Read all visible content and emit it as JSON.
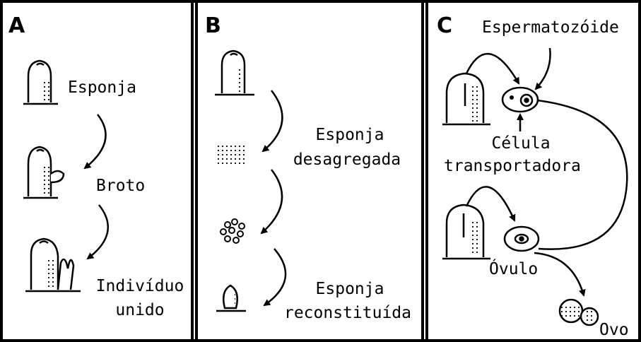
{
  "panels": [
    {
      "letter": "A",
      "labels": [
        "Esponja",
        "Broto",
        "Indivíduo",
        "unido"
      ]
    },
    {
      "letter": "B",
      "labels": [
        "Esponja",
        "desagregada",
        "Esponja",
        "reconstituída"
      ]
    },
    {
      "letter": "C",
      "labels": [
        "Espermatozóide",
        "Célula",
        "transportadora",
        "Óvulo",
        "Ovo"
      ]
    }
  ],
  "colors": {
    "line": "#000000",
    "background": "#ffffff"
  }
}
